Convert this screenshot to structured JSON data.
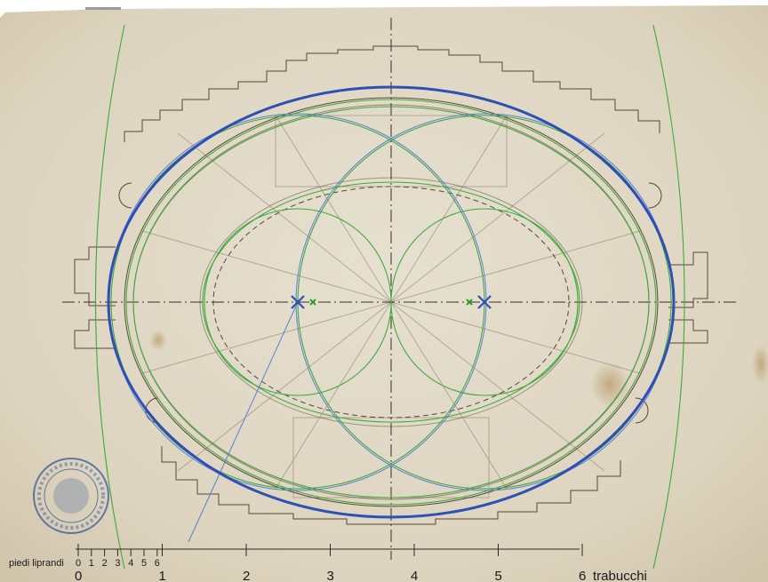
{
  "scale": {
    "piedi_label": "piedi liprandi",
    "piedi_ticks": [
      "0",
      "1",
      "2",
      "3",
      "4",
      "5",
      "6"
    ],
    "trabucchi_ticks": [
      "0",
      "1",
      "2",
      "3",
      "4",
      "5",
      "6"
    ],
    "trabucchi_unit": "trabucchi"
  },
  "colors": {
    "paper": "#e3dccb",
    "ink": "#5a4634",
    "green": "#3fa83f",
    "blue": "#2f4fb4",
    "blue_light": "#5b7fd6",
    "stamp": "#3f5f9f"
  }
}
